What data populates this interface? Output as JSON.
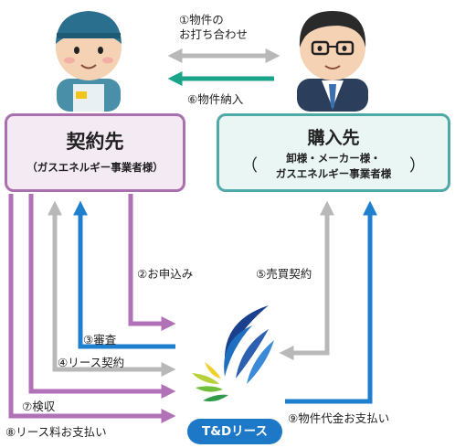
{
  "contractor": {
    "title": "契約先",
    "subtitle": "（ガスエネルギー事業者様）"
  },
  "buyer": {
    "title": "購入先",
    "subtitle_line1": "卸様・メーカー様・",
    "subtitle_line2": "ガスエネルギー事業者様",
    "paren_open": "（",
    "paren_close": "）"
  },
  "lessor": {
    "name": "T&Dリース"
  },
  "steps": {
    "s1_line1": "①物件の",
    "s1_line2": "お打ち合わせ",
    "s2": "②お申込み",
    "s3": "③審査",
    "s4": "④リース契約",
    "s5": "⑤売買契約",
    "s6": "⑥物件納入",
    "s7": "⑦検収",
    "s8": "⑧リース料お支払い",
    "s9": "⑨物件代金お支払い"
  },
  "colors": {
    "purple": "#b071b6",
    "gray": "#b8b8b8",
    "blue": "#1f7fcf",
    "teal": "#1aa58a"
  }
}
